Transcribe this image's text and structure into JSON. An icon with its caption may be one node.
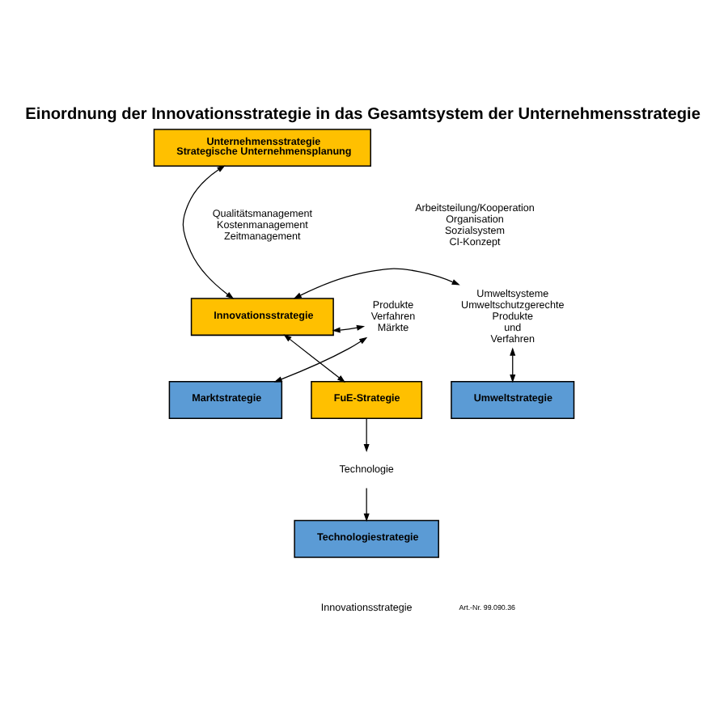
{
  "diagram": {
    "title": "Einordnung der Innovationsstrategie in das Gesamtsystem der Unternehmensstrategie",
    "nodes": [
      {
        "text": [
          "Unternehmensstrategie",
          "Strategische Unternehmensplanung"
        ]
      },
      {
        "text": [
          "Innovationsstrategie"
        ]
      },
      {
        "text": [
          "Produkte Verfahren Märkte"
        ]
      },
      {
        "text": [
          "Umweltsysteme Umweltschutzgerechte Produkte und Verfahren"
        ]
      },
      {
        "text": [
          "FuE-Strategie"
        ]
      },
      {
        "text": [
          "Marktstrategie"
        ]
      },
      {
        "text": [
          "Umweltstrategie"
        ]
      },
      {
        "text": [
          "Technologie"
        ]
      },
      {
        "text": [
          "Technologiestrategie"
        ]
      }
    ],
    "edges": [
      {
        "from": 0,
        "to": 1,
        "arrow": "both"
      },
      {
        "from": 1,
        "to": 2,
        "arrow": "both"
      },
      {
        "from": 1,
        "to": 3,
        "arrow": "both"
      },
      {
        "from": 1,
        "to": 4,
        "arrow": "both"
      },
      {
        "from": 2,
        "to": 5,
        "arrow": "both"
      },
      {
        "from": 3,
        "to": 6,
        "arrow": "both"
      },
      {
        "from": 4,
        "to": 7,
        "arrow": "to"
      },
      {
        "from": 7,
        "to": 8,
        "arrow": "to"
      }
    ],
    "labels": [
      "Qualitätsmanagement Kostenmanagement Zeitmanagement",
      "Arbeitsteilung/Kooperation Organisation Sozialsystem CI-Konzept",
      "Innovationsstrategie",
      "Art.-Nr. 99.090.36"
    ]
  }
}
